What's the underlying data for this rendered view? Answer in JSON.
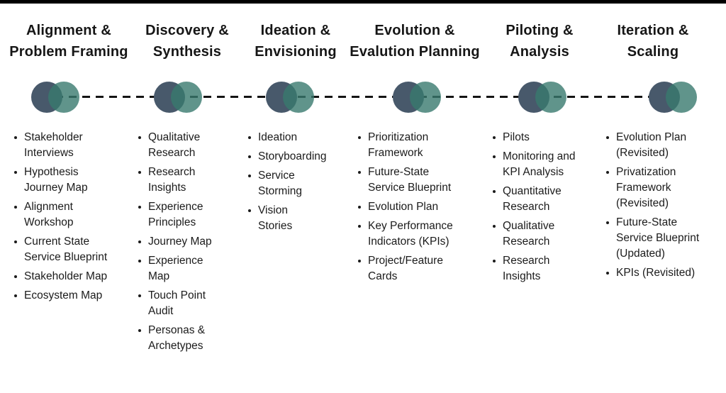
{
  "page": {
    "background": "#ffffff",
    "top_bar_color": "#000000"
  },
  "timeline": {
    "line_color": "#141414",
    "node_color_left": "#48596B",
    "node_color_right": "rgba(56,121,110,0.8)",
    "node_overlap_color": "#3F7269"
  },
  "phases": [
    {
      "title": "Alignment &\nProblem Framing",
      "items": [
        "Stakeholder\nInterviews",
        "Hypothesis\nJourney Map",
        "Alignment\nWorkshop",
        "Current State\nService Blueprint",
        "Stakeholder Map",
        "Ecosystem Map"
      ]
    },
    {
      "title": "Discovery &\nSynthesis",
      "items": [
        "Qualitative\nResearch",
        "Research\nInsights",
        "Experience\nPrinciples",
        "Journey Map",
        "Experience\nMap",
        "Touch Point\nAudit",
        "Personas &\nArchetypes"
      ]
    },
    {
      "title": "Ideation &\nEnvisioning",
      "items": [
        "Ideation",
        "Storyboarding",
        "Service\nStorming",
        "Vision\nStories"
      ]
    },
    {
      "title": "Evolution &\nEvalution Planning",
      "items": [
        "Prioritization\nFramework",
        "Future-State\nService Blueprint",
        "Evolution Plan",
        "Key Performance\nIndicators (KPIs)",
        "Project/Feature\nCards"
      ]
    },
    {
      "title": "Piloting &\nAnalysis",
      "items": [
        "Pilots",
        "Monitoring and\nKPI Analysis",
        "Quantitative\nResearch",
        "Qualitative\nResearch",
        "Research\nInsights"
      ]
    },
    {
      "title": "Iteration &\nScaling",
      "items": [
        "Evolution Plan\n(Revisited)",
        "Privatization\nFramework\n(Revisited)",
        "Future-State\nService Blueprint\n(Updated)",
        "KPIs (Revisited)"
      ]
    }
  ]
}
